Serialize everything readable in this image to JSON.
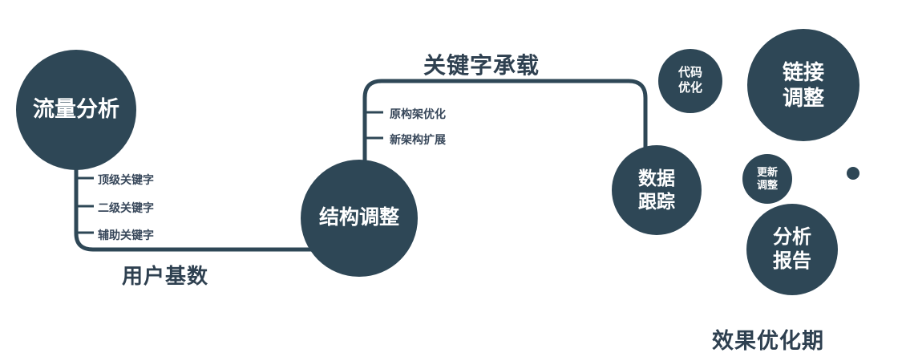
{
  "colors": {
    "node_fill": "#2e4756",
    "line": "#2e4756",
    "label_text": "#2e4050",
    "background": "#ffffff"
  },
  "nodes": {
    "traffic": {
      "label": "流量分析"
    },
    "structure": {
      "label": "结构调整"
    },
    "data_tracking": {
      "label": "数据\n跟踪"
    },
    "code_opt": {
      "label": "代码\n优化"
    },
    "link_adjust": {
      "label": "链接\n调整"
    },
    "update_adjust": {
      "label": "更新\n调整"
    },
    "analysis_report": {
      "label": "分析\n报告"
    }
  },
  "edges": {
    "user_base": "用户基数",
    "keyword_carry": "关键字承载"
  },
  "branches": {
    "traffic": [
      "顶级关键字",
      "二级关键字",
      "辅助关键字"
    ],
    "structure": [
      "原构架优化",
      "新架构扩展"
    ]
  },
  "captions": {
    "bottom_right": "效果优化期"
  }
}
